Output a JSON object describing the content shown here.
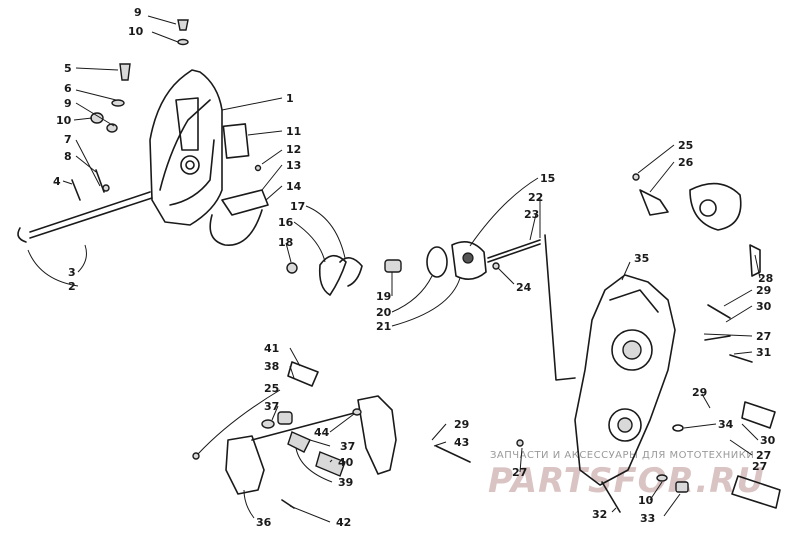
{
  "callouts": [
    {
      "id": "c9a",
      "text": "9"
    },
    {
      "id": "c10a",
      "text": "10"
    },
    {
      "id": "c5",
      "text": "5"
    },
    {
      "id": "c6",
      "text": "6"
    },
    {
      "id": "c9b",
      "text": "9"
    },
    {
      "id": "c10b",
      "text": "10"
    },
    {
      "id": "c7",
      "text": "7"
    },
    {
      "id": "c8",
      "text": "8"
    },
    {
      "id": "c4",
      "text": "4"
    },
    {
      "id": "c3",
      "text": "3"
    },
    {
      "id": "c2",
      "text": "2"
    },
    {
      "id": "c1",
      "text": "1"
    },
    {
      "id": "c11",
      "text": "11"
    },
    {
      "id": "c12",
      "text": "12"
    },
    {
      "id": "c13",
      "text": "13"
    },
    {
      "id": "c14",
      "text": "14"
    },
    {
      "id": "c17",
      "text": "17"
    },
    {
      "id": "c16",
      "text": "16"
    },
    {
      "id": "c18",
      "text": "18"
    },
    {
      "id": "c15",
      "text": "15"
    },
    {
      "id": "c22",
      "text": "22"
    },
    {
      "id": "c23",
      "text": "23"
    },
    {
      "id": "c24",
      "text": "24"
    },
    {
      "id": "c19",
      "text": "19"
    },
    {
      "id": "c20",
      "text": "20"
    },
    {
      "id": "c21",
      "text": "21"
    },
    {
      "id": "c25a",
      "text": "25"
    },
    {
      "id": "c26",
      "text": "26"
    },
    {
      "id": "c35",
      "text": "35"
    },
    {
      "id": "c28",
      "text": "28"
    },
    {
      "id": "c29a",
      "text": "29"
    },
    {
      "id": "c30a",
      "text": "30"
    },
    {
      "id": "c27a",
      "text": "27"
    },
    {
      "id": "c31",
      "text": "31"
    },
    {
      "id": "c29b",
      "text": "29"
    },
    {
      "id": "c34",
      "text": "34"
    },
    {
      "id": "c30b",
      "text": "30"
    },
    {
      "id": "c27b",
      "text": "27"
    },
    {
      "id": "c41",
      "text": "41"
    },
    {
      "id": "c38",
      "text": "38"
    },
    {
      "id": "c25b",
      "text": "25"
    },
    {
      "id": "c37a",
      "text": "37"
    },
    {
      "id": "c44",
      "text": "44"
    },
    {
      "id": "c37b",
      "text": "37"
    },
    {
      "id": "c40",
      "text": "40"
    },
    {
      "id": "c39",
      "text": "39"
    },
    {
      "id": "c36",
      "text": "36"
    },
    {
      "id": "c42",
      "text": "42"
    },
    {
      "id": "c29c",
      "text": "29"
    },
    {
      "id": "c43",
      "text": "43"
    },
    {
      "id": "c27c",
      "text": "27"
    },
    {
      "id": "c27d",
      "text": "27"
    },
    {
      "id": "c32",
      "text": "32"
    },
    {
      "id": "c10c",
      "text": "10"
    },
    {
      "id": "c33",
      "text": "33"
    }
  ],
  "watermark": {
    "tagline": "ЗАПЧАСТИ И АКСЕССУАРЫ ДЛЯ МОТОТЕХНИКИ",
    "brand": "PARTSFOR.RU"
  },
  "colors": {
    "line": "#1a1a1a",
    "watermark_brand": "#d9c3c3",
    "watermark_text": "#9a9a9a"
  }
}
